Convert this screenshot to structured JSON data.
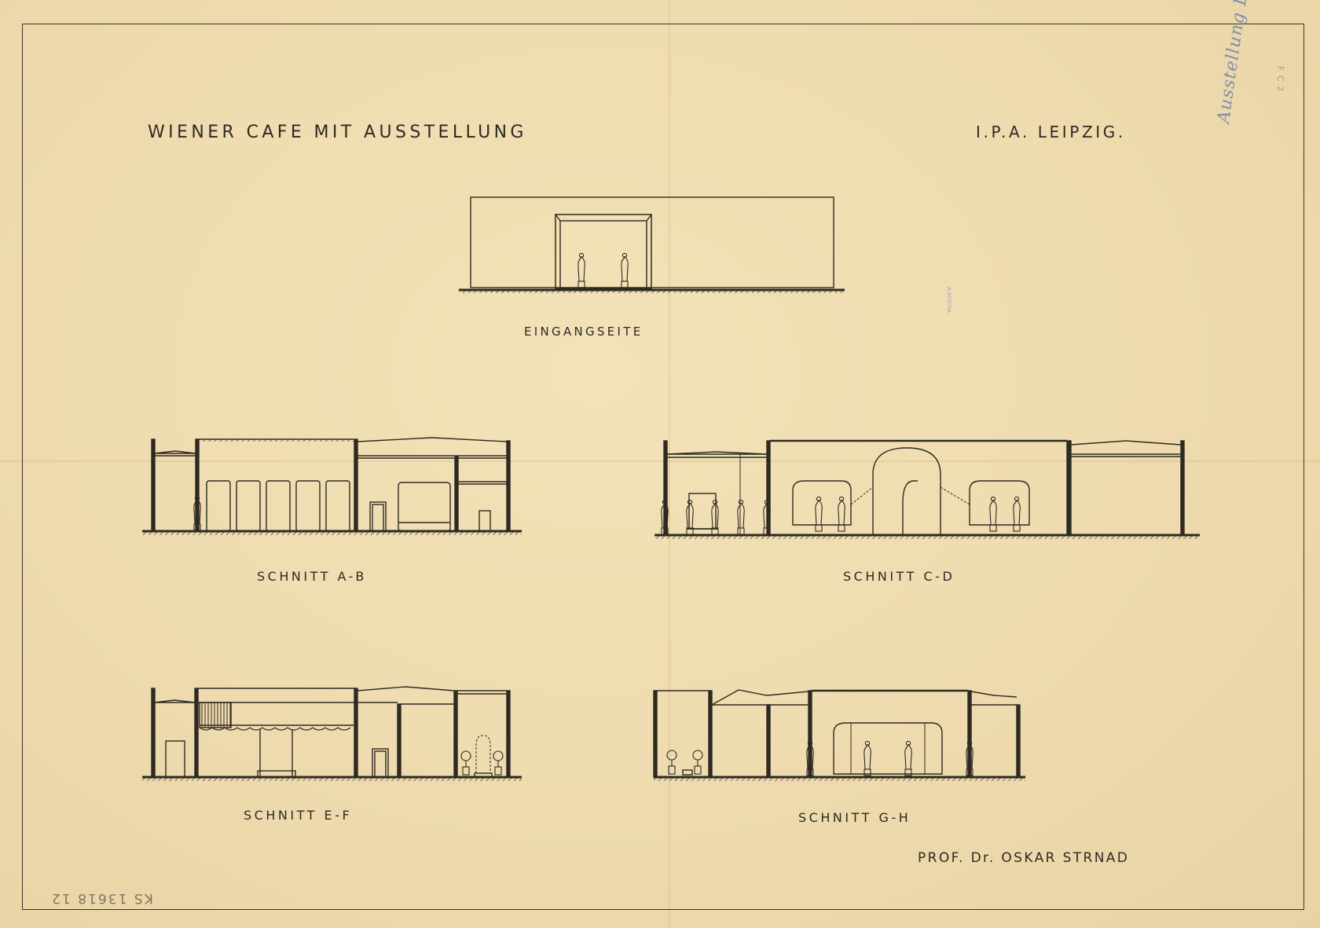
{
  "sheet": {
    "title": "WIENER CAFE MIT AUSSTELLUNG",
    "location": "I.P.A. LEIPZIG.",
    "author": "PROF. Dr. OSKAR STRNAD",
    "inventory_number": "KS 13618 12",
    "pencil_note": "Ausstellung Leipzig",
    "pencil_ref": "F C 2",
    "stamp": "ALBERTINA"
  },
  "drawings": [
    {
      "id": "eingangseite",
      "caption": "EINGANGSEITE"
    },
    {
      "id": "schnitt-a-b",
      "caption": "SCHNITT A-B"
    },
    {
      "id": "schnitt-c-d",
      "caption": "SCHNITT C-D"
    },
    {
      "id": "schnitt-e-f",
      "caption": "SCHNITT E-F"
    },
    {
      "id": "schnitt-g-h",
      "caption": "SCHNITT G-H"
    }
  ],
  "colors": {
    "paper": "#efdcb0",
    "ink": "#2e2a22",
    "pencil": "#7d8fae"
  }
}
